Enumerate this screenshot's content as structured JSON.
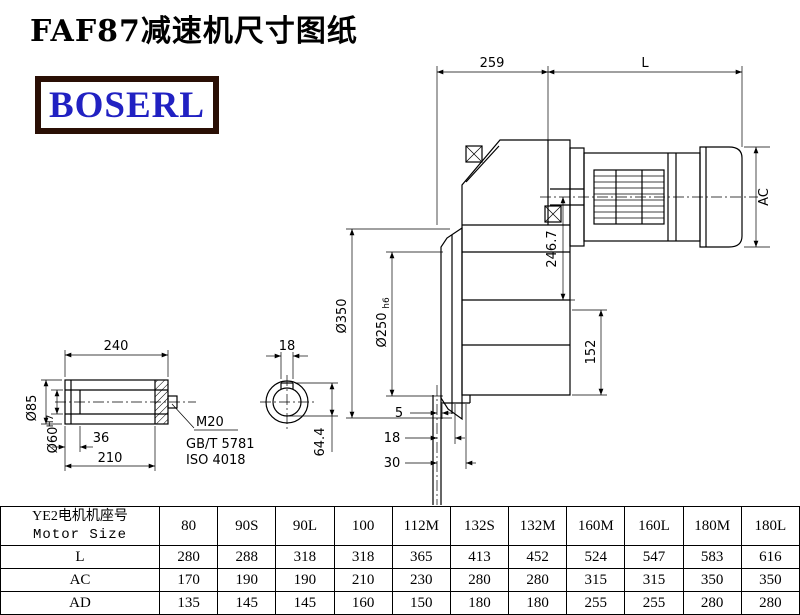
{
  "page": {
    "title": "FAF87减速机尺寸图纸",
    "logo_text": "BOSERL"
  },
  "drawing": {
    "side_view": {
      "dim_width_gearbox": "259",
      "dim_width_motor": "L",
      "dim_motor_diameter": "AC",
      "dim_flange_diameter": "Ø350",
      "dim_spigot_diameter": "Ø250",
      "dim_spigot_tolerance": "h6",
      "dim_center_height": "246.7",
      "dim_lower_height": "152",
      "dim_bottom_1": "5",
      "dim_bottom_2": "18",
      "dim_bottom_3": "30"
    },
    "shaft_detail": {
      "dim_length": "240",
      "dim_keyway_width": "18",
      "dim_outer_diameter": "Ø85",
      "dim_bore_diameter": "Ø60",
      "dim_bore_tolerance": "H7",
      "dim_step": "36",
      "dim_usable_length": "210",
      "thread_label": "M20",
      "standard_gb": "GB/T 5781",
      "standard_iso": "ISO 4018",
      "dim_keyway_depth": "64.4"
    }
  },
  "table": {
    "header_cn": "YE2电机机座号",
    "header_en": "Motor Size",
    "sizes": [
      "80",
      "90S",
      "90L",
      "100",
      "112M",
      "132S",
      "132M",
      "160M",
      "160L",
      "180M",
      "180L"
    ],
    "rows": [
      {
        "label": "L",
        "values": [
          "280",
          "288",
          "318",
          "318",
          "365",
          "413",
          "452",
          "524",
          "547",
          "583",
          "616"
        ]
      },
      {
        "label": "AC",
        "values": [
          "170",
          "190",
          "190",
          "210",
          "230",
          "280",
          "280",
          "315",
          "315",
          "350",
          "350"
        ]
      },
      {
        "label": "AD",
        "values": [
          "135",
          "145",
          "145",
          "160",
          "150",
          "180",
          "180",
          "255",
          "255",
          "280",
          "280"
        ]
      }
    ]
  }
}
